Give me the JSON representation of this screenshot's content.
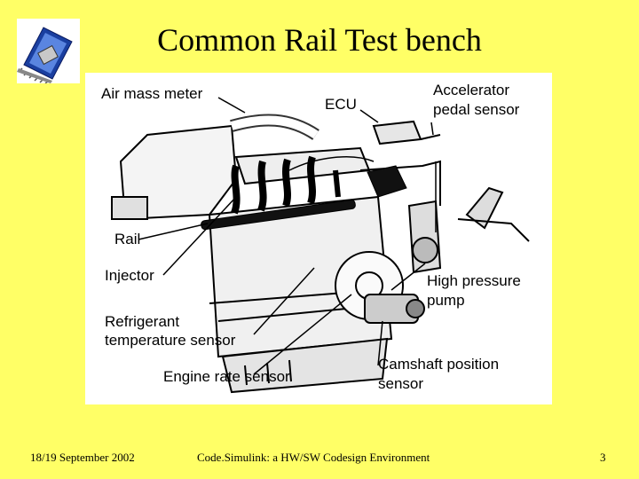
{
  "slide": {
    "title": "Common Rail Test bench"
  },
  "diagram": {
    "labels": {
      "air_mass_meter": "Air mass meter",
      "ecu": "ECU",
      "accelerator_line1": "Accelerator",
      "accelerator_line2": "pedal sensor",
      "rail": "Rail",
      "injector": "Injector",
      "refrigerant_line1": "Refrigerant",
      "refrigerant_line2": "temperature sensor",
      "high_pressure_line1": "High pressure",
      "high_pressure_line2": "pump",
      "engine_rate": "Engine rate sensor",
      "camshaft_line1": "Camshaft position",
      "camshaft_line2": "sensor"
    }
  },
  "footer": {
    "date": "18/19 September 2002",
    "center": "Code.Simulink: a HW/SW Codesign Environment",
    "page": "3"
  }
}
